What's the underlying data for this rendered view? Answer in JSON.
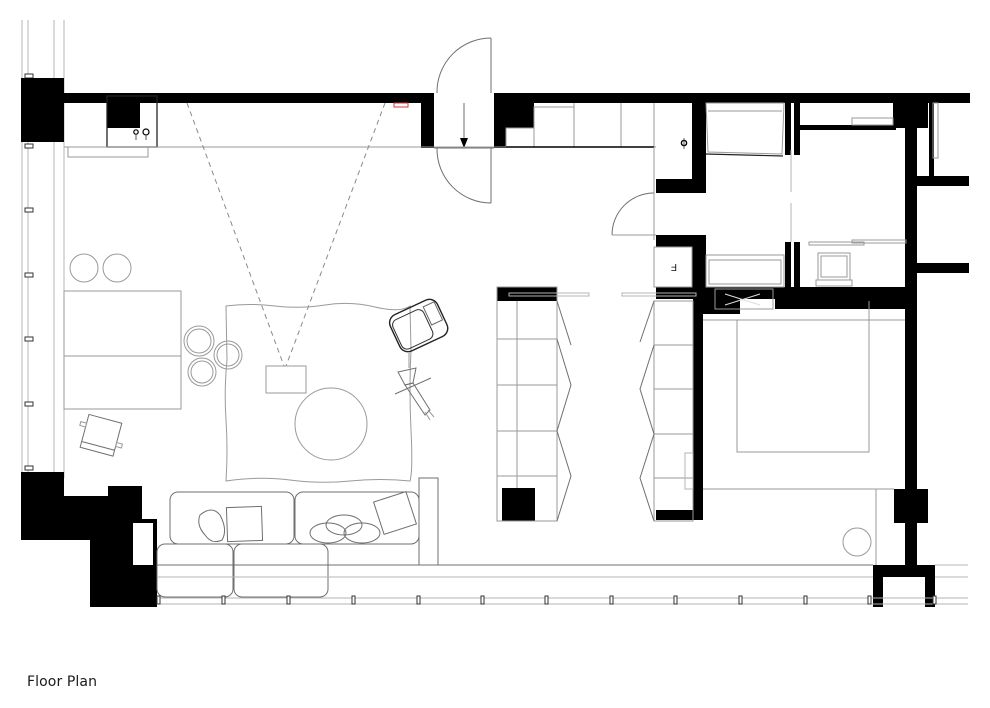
{
  "caption": "Floor Plan",
  "labels": {
    "fridge": "F"
  },
  "colors": {
    "wall": "#000000",
    "furniture_line": "#9a9a9a",
    "accent_marker": "#e03030",
    "background": "#ffffff"
  },
  "rooms": [
    {
      "name": "living-room",
      "contents": [
        "sofa",
        "coffee-table",
        "rug",
        "tv-stand",
        "armchair",
        "lounge-chair",
        "floor-lamp"
      ]
    },
    {
      "name": "dining-area",
      "contents": [
        "dining-table",
        "stools",
        "desk-chair"
      ]
    },
    {
      "name": "entrance",
      "contents": [
        "entry-double-door",
        "wardrobe"
      ]
    },
    {
      "name": "kitchen-corridor",
      "contents": [
        "fridge",
        "folding-doors-cabinets"
      ]
    },
    {
      "name": "bathroom",
      "contents": [
        "bathtub",
        "sink",
        "toilet",
        "shower"
      ]
    },
    {
      "name": "bedroom",
      "contents": [
        "double-bed",
        "nightstand",
        "round-lamp"
      ]
    }
  ]
}
